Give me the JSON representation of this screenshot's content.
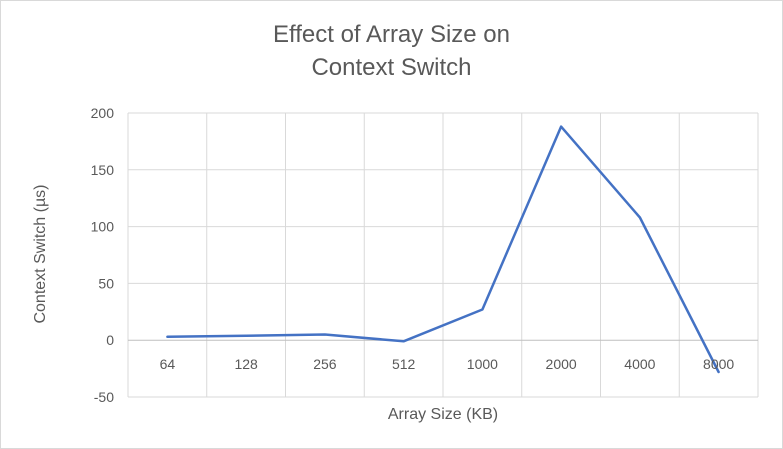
{
  "chart_data": {
    "type": "line",
    "title_lines": [
      "Effect of Array Size on",
      "Context Switch"
    ],
    "xlabel": "Array Size (KB)",
    "ylabel": "Context Switch (µs)",
    "categories": [
      "64",
      "128",
      "256",
      "512",
      "1000",
      "2000",
      "4000",
      "8000"
    ],
    "series": [
      {
        "values": [
          3,
          4,
          5,
          -1,
          27,
          188,
          108,
          -28
        ]
      }
    ],
    "ylim": [
      -50,
      200
    ],
    "yticks": [
      -50,
      0,
      50,
      100,
      150,
      200
    ],
    "grid": true,
    "legend": "none",
    "colors": {
      "line": "#4472c4",
      "grid": "#d9d9d9",
      "axis": "#bfbfbf",
      "text": "#595959"
    }
  }
}
